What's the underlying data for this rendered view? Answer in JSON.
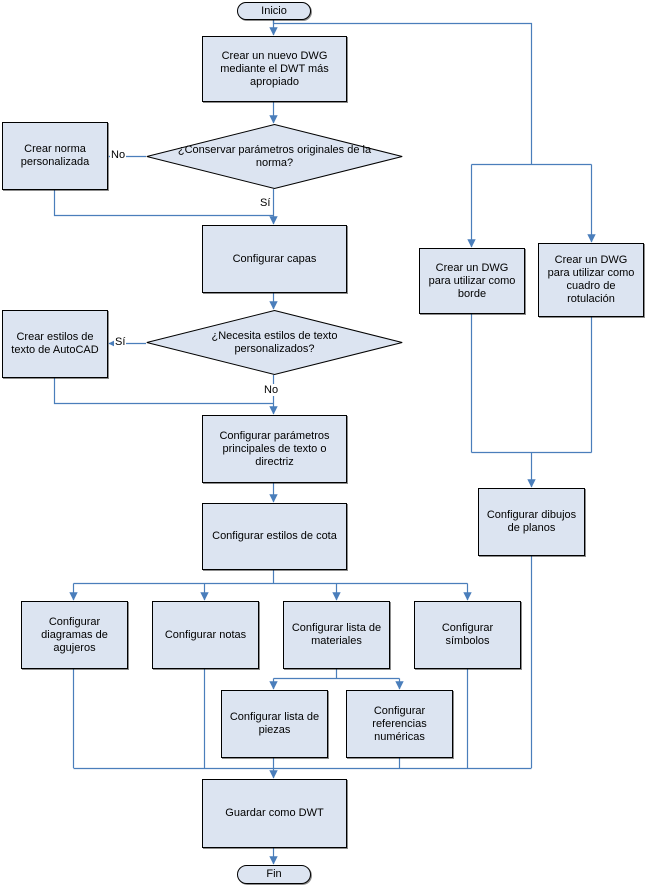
{
  "diagram": {
    "type": "flowchart",
    "language": "es",
    "nodes": {
      "inicio": "Inicio",
      "crear_dwg": "Crear un nuevo DWG mediante el DWT más apropiado",
      "conservar": "¿Conservar parámetros originales de la norma?",
      "crear_norma": "Crear norma personalizada",
      "capas": "Configurar capas",
      "necesita": "¿Necesita estilos de texto personalizados?",
      "crear_estilos": "Crear estilos de texto de AutoCAD",
      "parametros": "Configurar parámetros principales de texto o directriz",
      "cota": "Configurar estilos de cota",
      "agujeros": "Configurar diagramas de agujeros",
      "notas": "Configurar notas",
      "materiales": "Configurar lista de materiales",
      "simbolos": "Configurar símbolos",
      "piezas": "Configurar lista de piezas",
      "referencias": "Configurar referencias numéricas",
      "guardar": "Guardar como DWT",
      "fin": "Fin",
      "borde": "Crear un DWG para utilizar como borde",
      "rotulacion": "Crear un DWG para utilizar como cuadro de rotulación",
      "planos": "Configurar dibujos de planos"
    },
    "edge_labels": {
      "no1": "No",
      "si1": "Sí",
      "si2": "Sí",
      "no2": "No"
    },
    "colors": {
      "node_fill": "#dce4f1",
      "node_border": "#000000",
      "connector": "#4a7ebb"
    }
  }
}
